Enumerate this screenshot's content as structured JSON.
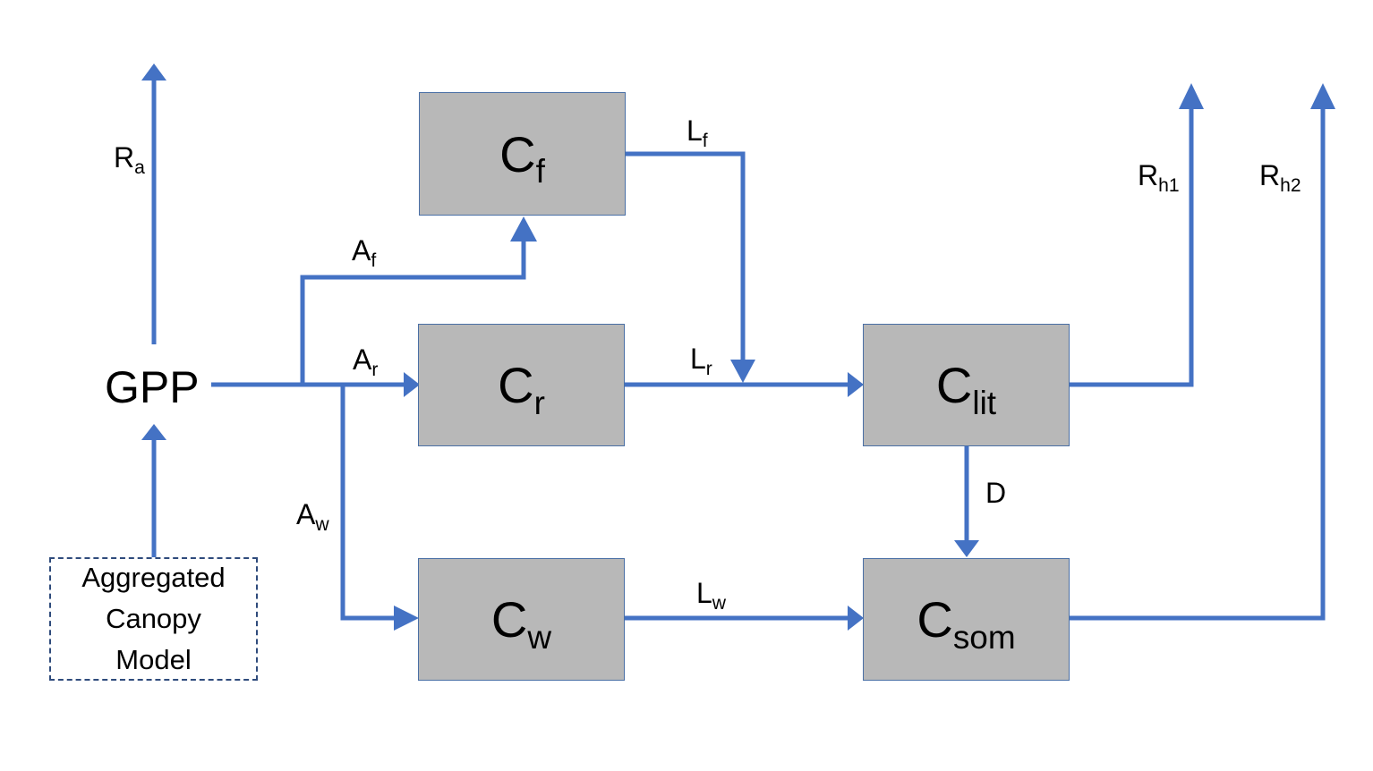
{
  "colors": {
    "arrow": "#4472c4",
    "box_fill": "#b8b8b8",
    "box_border": "#4a6fa5",
    "canopy_border": "#2f4b7c"
  },
  "nodes": {
    "gpp": "GPP",
    "canopy": {
      "line1": "Aggregated",
      "line2": "Canopy",
      "line3": "Model"
    },
    "cf": {
      "main": "C",
      "sub": "f"
    },
    "cr": {
      "main": "C",
      "sub": "r"
    },
    "cw": {
      "main": "C",
      "sub": "w"
    },
    "clit": {
      "main": "C",
      "sub": "lit"
    },
    "csom": {
      "main": "C",
      "sub": "som"
    }
  },
  "labels": {
    "ra": {
      "main": "R",
      "sub": "a"
    },
    "af": {
      "main": "A",
      "sub": "f"
    },
    "ar": {
      "main": "A",
      "sub": "r"
    },
    "aw": {
      "main": "A",
      "sub": "w"
    },
    "lf": {
      "main": "L",
      "sub": "f"
    },
    "lr": {
      "main": "L",
      "sub": "r"
    },
    "lw": {
      "main": "L",
      "sub": "w"
    },
    "d": "D",
    "rh1": {
      "main": "R",
      "sub": "h1"
    },
    "rh2": {
      "main": "R",
      "sub": "h2"
    }
  }
}
